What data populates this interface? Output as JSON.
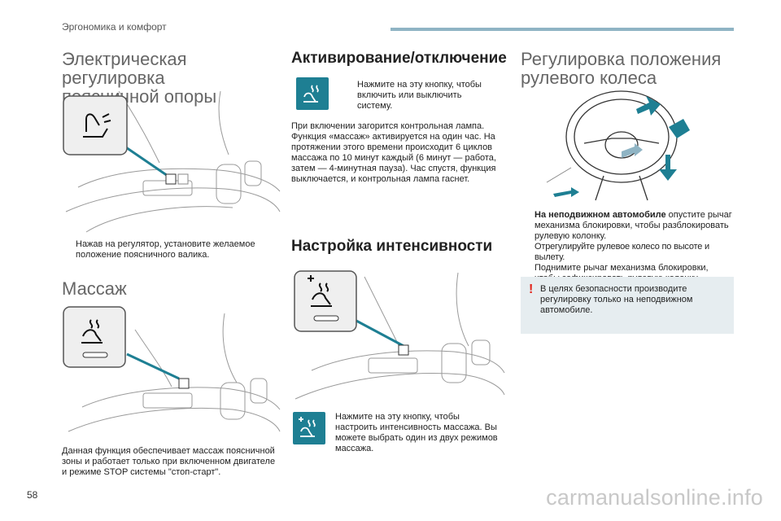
{
  "header": {
    "section": "Эргономика и комфорт"
  },
  "col1": {
    "title_line1": "Электрическая регулировка",
    "title_line2": "поясничной опоры",
    "bullet": "Нажав на регулятор, установите желаемое положение поясничного валика.",
    "massage_title": "Массаж",
    "massage_text": "Данная функция обеспечивает массаж поясничной зоны и работает только при включенном двигателе и режиме STOP системы \"стоп-старт\"."
  },
  "col2": {
    "activation_title": "Активирование/отключение",
    "activation_bullet": "Нажмите на эту кнопку, чтобы включить или выключить систему.",
    "activation_text": "При включении загорится контрольная лампа. Функция «массаж» активируется на один час. На протяжении этого времени происходит 6 циклов массажа по 10 минут каждый (6 минут — работа, затем — 4-минутная пауза). Час спустя, функция выключается, и контрольная лампа гаснет.",
    "intensity_title": "Настройка интенсивности",
    "intensity_text": "Нажмите на эту кнопку, чтобы настроить интенсивность массажа. Вы можете выбрать один из двух режимов массажа."
  },
  "col3": {
    "title_line1": "Регулировка положения",
    "title_line2": "рулевого колеса",
    "bullet1_bold": "На неподвижном автомобиле",
    "bullet1_rest": " опустите рычаг механизма блокировки, чтобы разблокировать рулевую колонку.",
    "bullet2": "Отрегулируйте рулевое колесо по высоте и вылету.",
    "bullet3": "Поднимите рычаг механизма блокировки, чтобы зафиксировать рулевую колонку.",
    "warning": "В целях безопасности производите регулировку только на неподвижном автомобиле."
  },
  "bullet_mark": "",
  "warning_mark": "!",
  "footer": {
    "page_number": "58",
    "watermark": "carmanualsonline.info"
  },
  "colors": {
    "teal": "#1e7f93",
    "header_bar": "#8fb4c4",
    "warning_bg": "#e6edf0",
    "warning_mark": "#e2231a"
  }
}
